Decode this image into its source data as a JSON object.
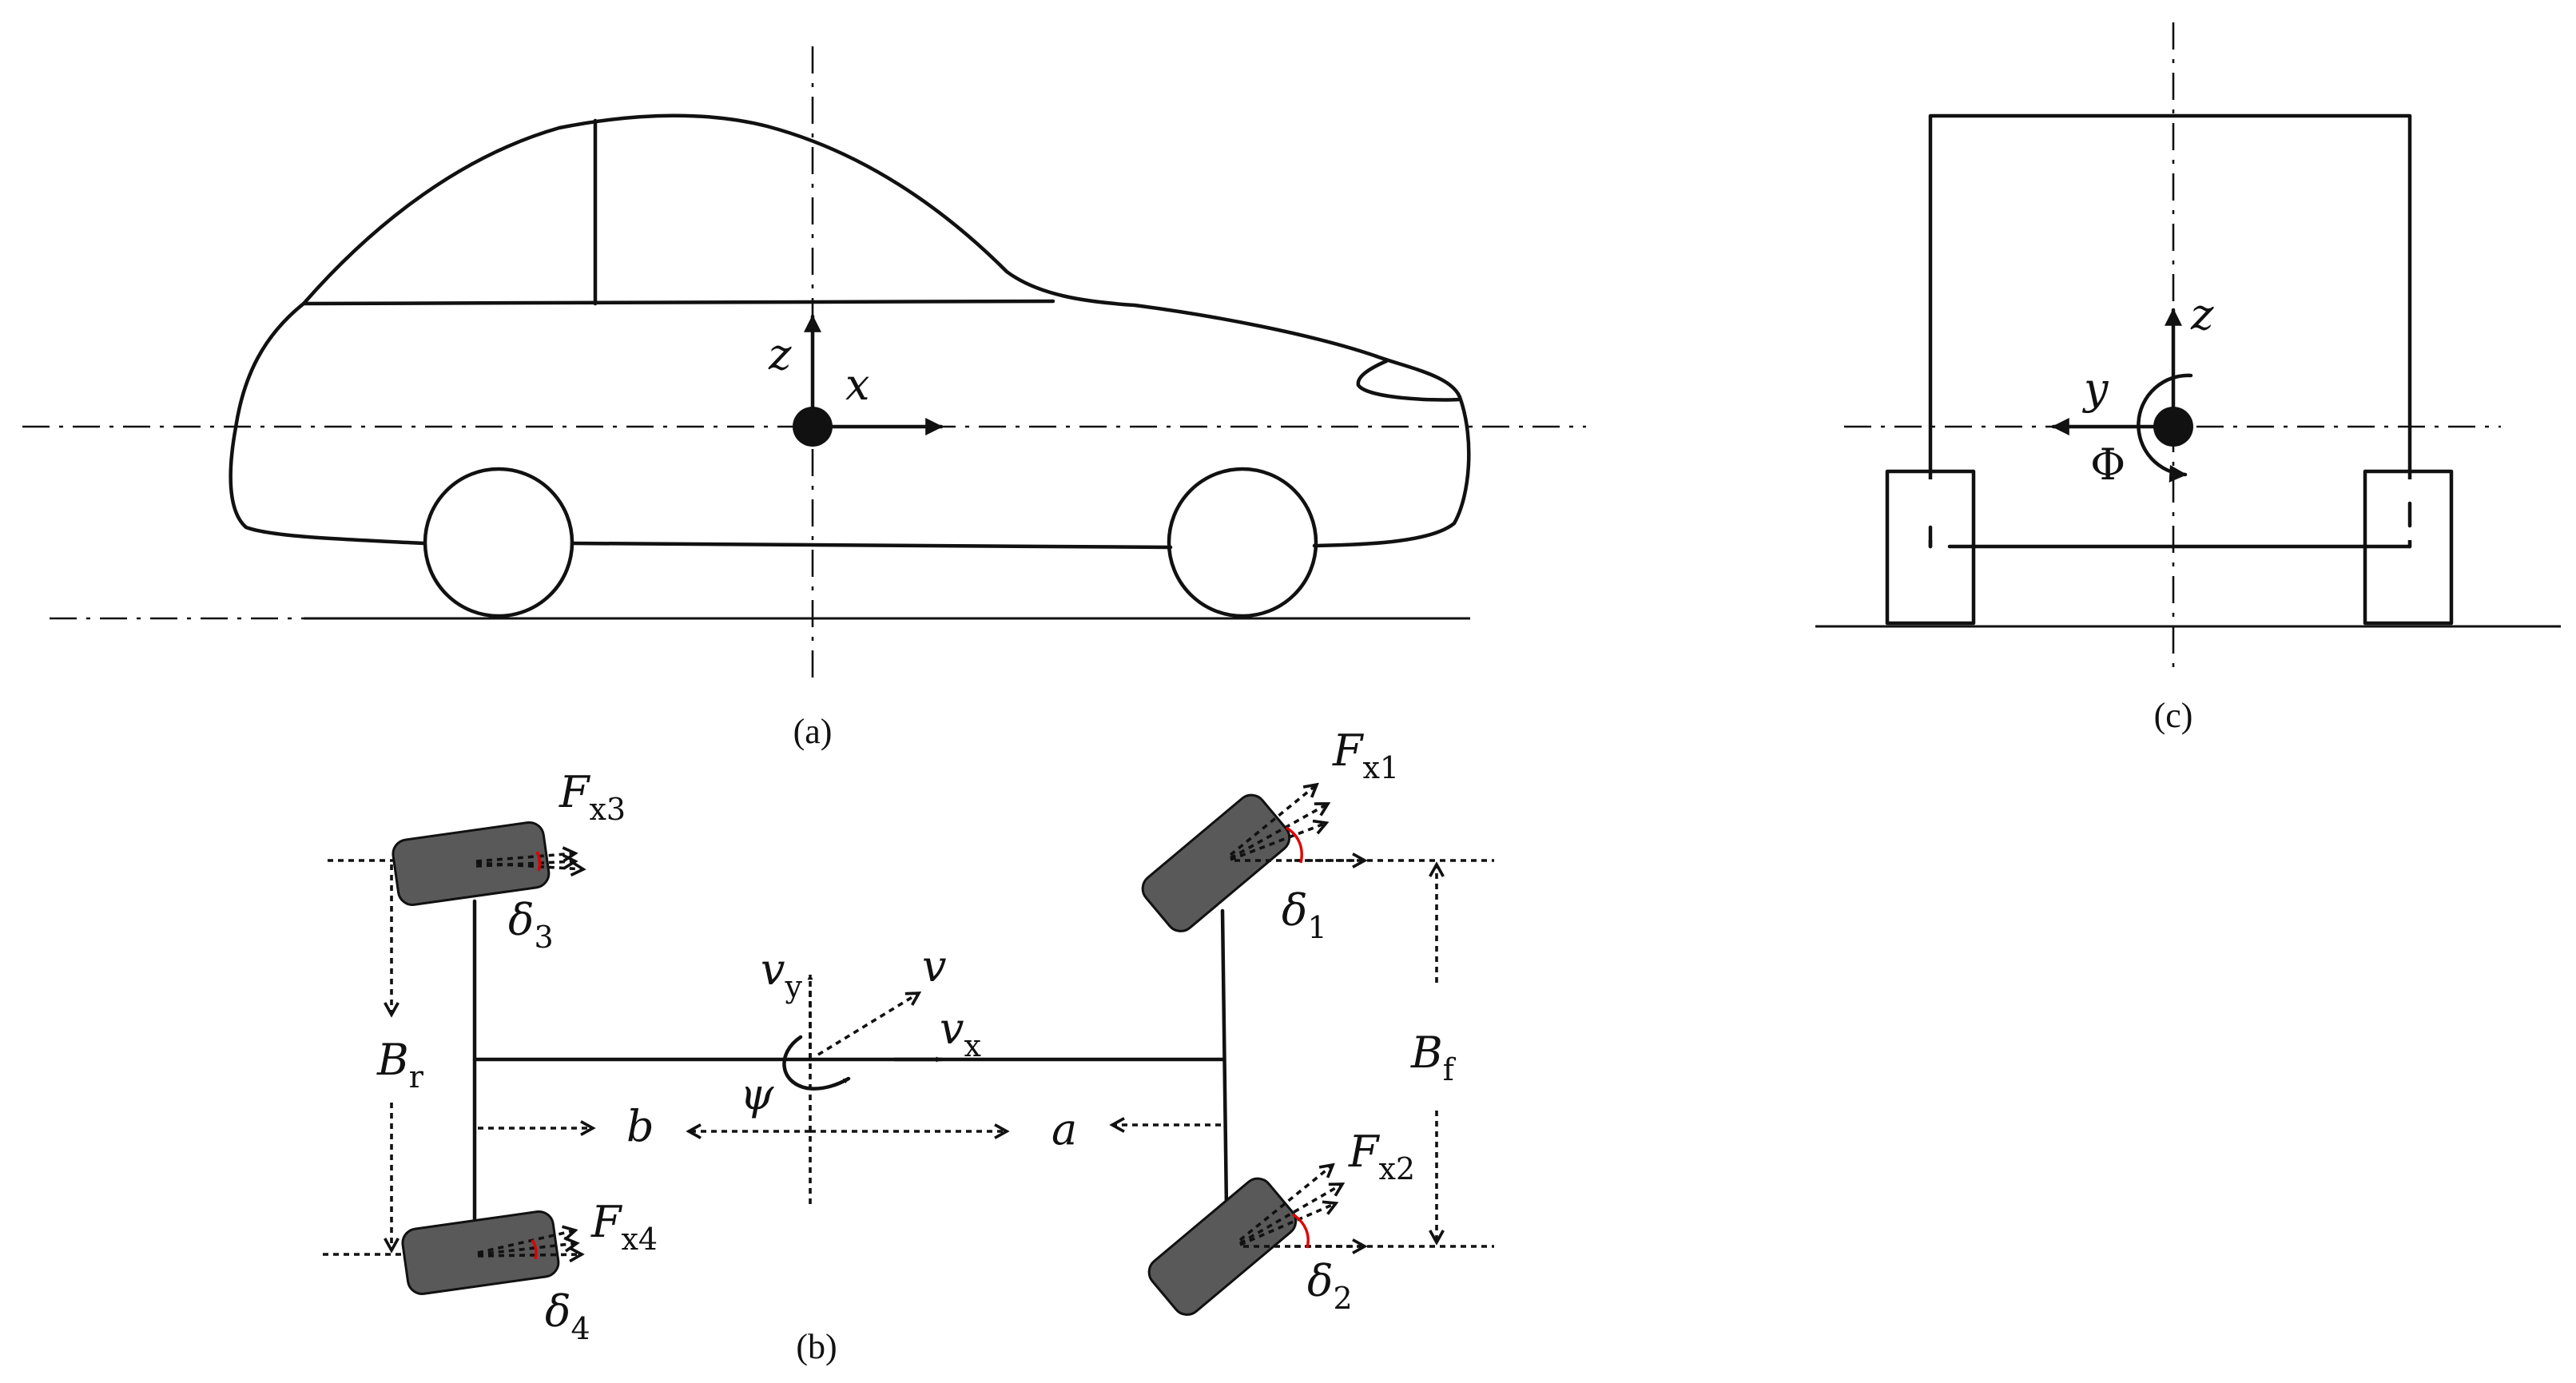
{
  "panels": {
    "a": {
      "caption": "(a)",
      "z_label": "z",
      "x_label": "x"
    },
    "b": {
      "caption": "(b)",
      "forces": {
        "f1": {
          "main": "F",
          "sub": "x1"
        },
        "f2": {
          "main": "F",
          "sub": "x2"
        },
        "f3": {
          "main": "F",
          "sub": "x3"
        },
        "f4": {
          "main": "F",
          "sub": "x4"
        }
      },
      "steer_angles": {
        "d1": {
          "main": "δ",
          "sub": "1"
        },
        "d2": {
          "main": "δ",
          "sub": "2"
        },
        "d3": {
          "main": "δ",
          "sub": "3"
        },
        "d4": {
          "main": "δ",
          "sub": "4"
        }
      },
      "track_rear": {
        "main": "B",
        "sub": "r"
      },
      "track_front": {
        "main": "B",
        "sub": "f"
      },
      "vel_y": {
        "main": "v",
        "sub": "y"
      },
      "vel": "v",
      "vel_x": {
        "main": "v",
        "sub": "x"
      },
      "yaw": "ψ",
      "dist_rear": "b",
      "dist_front": "a"
    },
    "c": {
      "caption": "(c)",
      "z_label": "z",
      "y_label": "y",
      "roll": "Φ"
    }
  }
}
